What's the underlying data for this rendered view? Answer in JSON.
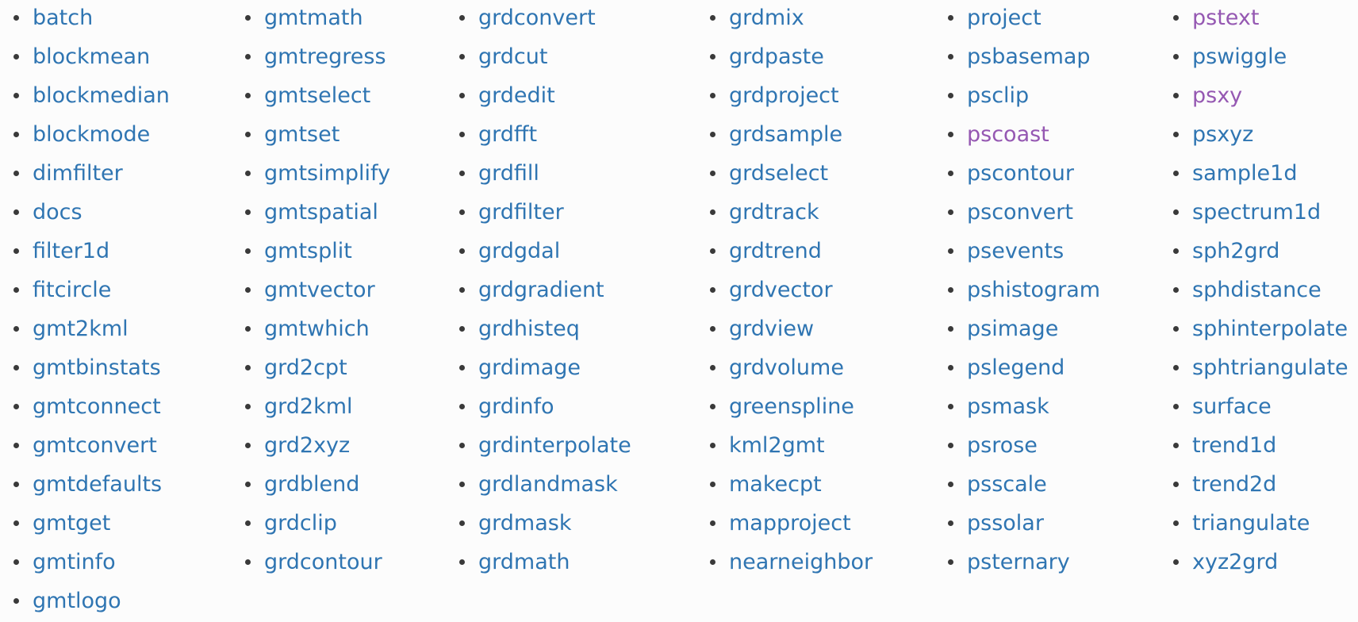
{
  "colors": {
    "link": "#2f75b2",
    "visited_link": "#9558b2",
    "bullet": "#3a3a3a",
    "background": "#fcfcfc"
  },
  "modules": [
    [
      {
        "label": "batch",
        "visited": false
      },
      {
        "label": "blockmean",
        "visited": false
      },
      {
        "label": "blockmedian",
        "visited": false
      },
      {
        "label": "blockmode",
        "visited": false
      },
      {
        "label": "dimfilter",
        "visited": false
      },
      {
        "label": "docs",
        "visited": false
      },
      {
        "label": "filter1d",
        "visited": false
      },
      {
        "label": "fitcircle",
        "visited": false
      },
      {
        "label": "gmt2kml",
        "visited": false
      },
      {
        "label": "gmtbinstats",
        "visited": false
      },
      {
        "label": "gmtconnect",
        "visited": false
      },
      {
        "label": "gmtconvert",
        "visited": false
      },
      {
        "label": "gmtdefaults",
        "visited": false
      },
      {
        "label": "gmtget",
        "visited": false
      },
      {
        "label": "gmtinfo",
        "visited": false
      },
      {
        "label": "gmtlogo",
        "visited": false
      }
    ],
    [
      {
        "label": "gmtmath",
        "visited": false
      },
      {
        "label": "gmtregress",
        "visited": false
      },
      {
        "label": "gmtselect",
        "visited": false
      },
      {
        "label": "gmtset",
        "visited": false
      },
      {
        "label": "gmtsimplify",
        "visited": false
      },
      {
        "label": "gmtspatial",
        "visited": false
      },
      {
        "label": "gmtsplit",
        "visited": false
      },
      {
        "label": "gmtvector",
        "visited": false
      },
      {
        "label": "gmtwhich",
        "visited": false
      },
      {
        "label": "grd2cpt",
        "visited": false
      },
      {
        "label": "grd2kml",
        "visited": false
      },
      {
        "label": "grd2xyz",
        "visited": false
      },
      {
        "label": "grdblend",
        "visited": false
      },
      {
        "label": "grdclip",
        "visited": false
      },
      {
        "label": "grdcontour",
        "visited": false
      }
    ],
    [
      {
        "label": "grdconvert",
        "visited": false
      },
      {
        "label": "grdcut",
        "visited": false
      },
      {
        "label": "grdedit",
        "visited": false
      },
      {
        "label": "grdfft",
        "visited": false
      },
      {
        "label": "grdfill",
        "visited": false
      },
      {
        "label": "grdfilter",
        "visited": false
      },
      {
        "label": "grdgdal",
        "visited": false
      },
      {
        "label": "grdgradient",
        "visited": false
      },
      {
        "label": "grdhisteq",
        "visited": false
      },
      {
        "label": "grdimage",
        "visited": false
      },
      {
        "label": "grdinfo",
        "visited": false
      },
      {
        "label": "grdinterpolate",
        "visited": false
      },
      {
        "label": "grdlandmask",
        "visited": false
      },
      {
        "label": "grdmask",
        "visited": false
      },
      {
        "label": "grdmath",
        "visited": false
      }
    ],
    [
      {
        "label": "grdmix",
        "visited": false
      },
      {
        "label": "grdpaste",
        "visited": false
      },
      {
        "label": "grdproject",
        "visited": false
      },
      {
        "label": "grdsample",
        "visited": false
      },
      {
        "label": "grdselect",
        "visited": false
      },
      {
        "label": "grdtrack",
        "visited": false
      },
      {
        "label": "grdtrend",
        "visited": false
      },
      {
        "label": "grdvector",
        "visited": false
      },
      {
        "label": "grdview",
        "visited": false
      },
      {
        "label": "grdvolume",
        "visited": false
      },
      {
        "label": "greenspline",
        "visited": false
      },
      {
        "label": "kml2gmt",
        "visited": false
      },
      {
        "label": "makecpt",
        "visited": false
      },
      {
        "label": "mapproject",
        "visited": false
      },
      {
        "label": "nearneighbor",
        "visited": false
      }
    ],
    [
      {
        "label": "project",
        "visited": false
      },
      {
        "label": "psbasemap",
        "visited": false
      },
      {
        "label": "psclip",
        "visited": false
      },
      {
        "label": "pscoast",
        "visited": true
      },
      {
        "label": "pscontour",
        "visited": false
      },
      {
        "label": "psconvert",
        "visited": false
      },
      {
        "label": "psevents",
        "visited": false
      },
      {
        "label": "pshistogram",
        "visited": false
      },
      {
        "label": "psimage",
        "visited": false
      },
      {
        "label": "pslegend",
        "visited": false
      },
      {
        "label": "psmask",
        "visited": false
      },
      {
        "label": "psrose",
        "visited": false
      },
      {
        "label": "psscale",
        "visited": false
      },
      {
        "label": "pssolar",
        "visited": false
      },
      {
        "label": "psternary",
        "visited": false
      }
    ],
    [
      {
        "label": "pstext",
        "visited": true
      },
      {
        "label": "pswiggle",
        "visited": false
      },
      {
        "label": "psxy",
        "visited": true
      },
      {
        "label": "psxyz",
        "visited": false
      },
      {
        "label": "sample1d",
        "visited": false
      },
      {
        "label": "spectrum1d",
        "visited": false
      },
      {
        "label": "sph2grd",
        "visited": false
      },
      {
        "label": "sphdistance",
        "visited": false
      },
      {
        "label": "sphinterpolate",
        "visited": false
      },
      {
        "label": "sphtriangulate",
        "visited": false
      },
      {
        "label": "surface",
        "visited": false
      },
      {
        "label": "trend1d",
        "visited": false
      },
      {
        "label": "trend2d",
        "visited": false
      },
      {
        "label": "triangulate",
        "visited": false
      },
      {
        "label": "xyz2grd",
        "visited": false
      }
    ]
  ]
}
